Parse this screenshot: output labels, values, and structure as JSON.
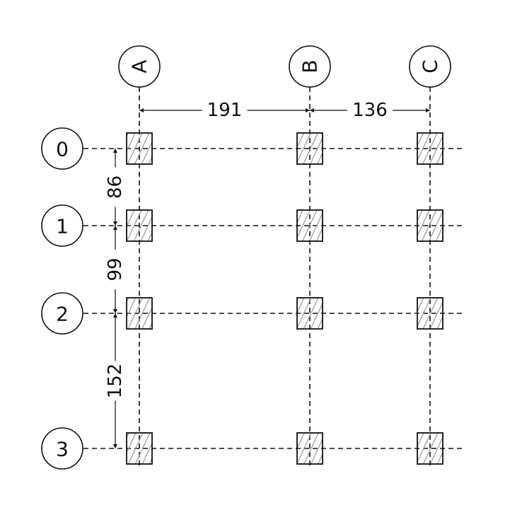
{
  "columns": [
    {
      "label": "A"
    },
    {
      "label": "B"
    },
    {
      "label": "C"
    }
  ],
  "rows": [
    {
      "label": "0"
    },
    {
      "label": "1"
    },
    {
      "label": "2"
    },
    {
      "label": "3"
    }
  ],
  "horizontal_dimensions": [
    "191",
    "136"
  ],
  "vertical_dimensions": [
    "86",
    "99",
    "152"
  ],
  "colors": {
    "line": "#111111",
    "hatch": "#888888",
    "background": "#ffffff"
  }
}
